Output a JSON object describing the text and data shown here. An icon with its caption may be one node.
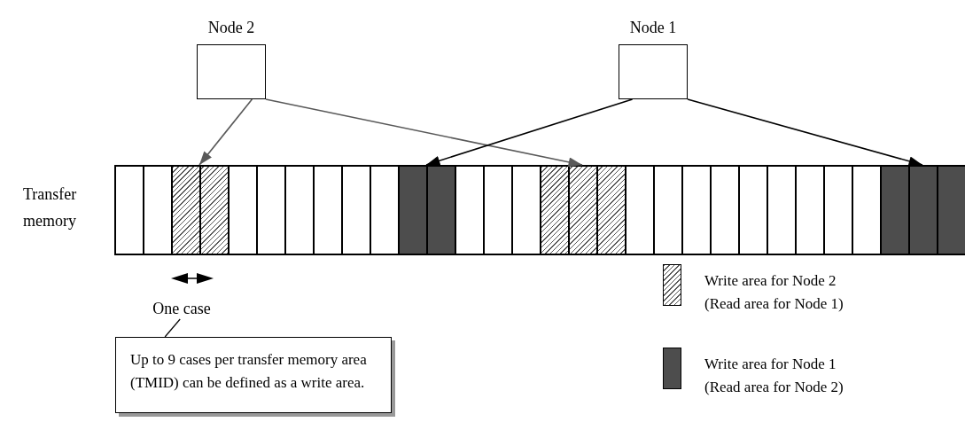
{
  "diagram": {
    "nodes": [
      {
        "text": [
          "Node 2"
        ]
      },
      {
        "text": [
          "Node 1"
        ]
      },
      {
        "text": [
          "Transfer memory"
        ]
      },
      {
        "text": [],
        "shape": "box",
        "in": 2
      },
      {
        "text": [],
        "shape": "box",
        "in": 2
      },
      {
        "text": [],
        "shape": "box",
        "in": 2
      },
      {
        "text": [],
        "shape": "box",
        "in": 2
      },
      {
        "text": [
          "One case"
        ]
      },
      {
        "text": [
          "Up to 9 cases per transfer memory area (TMID) can be defined as a write area."
        ]
      }
    ],
    "edges": [
      {
        "from": 0,
        "to": 3,
        "arrow": "to",
        "color": "#595959"
      },
      {
        "from": 0,
        "to": 5,
        "arrow": "to",
        "color": "#595959"
      },
      {
        "from": 1,
        "to": 4,
        "arrow": "to",
        "color": "#000000"
      },
      {
        "from": 1,
        "to": 6,
        "arrow": "to",
        "color": "#000000"
      },
      {
        "from": 8,
        "to": 7,
        "arrow": "none"
      }
    ],
    "legend": [
      {
        "text": "Write area for Node 2 (Read area for Node 1)"
      },
      {
        "text": "Write area for Node 1 (Read area for Node 2)",
        "color": "#4d4d4d"
      }
    ]
  }
}
